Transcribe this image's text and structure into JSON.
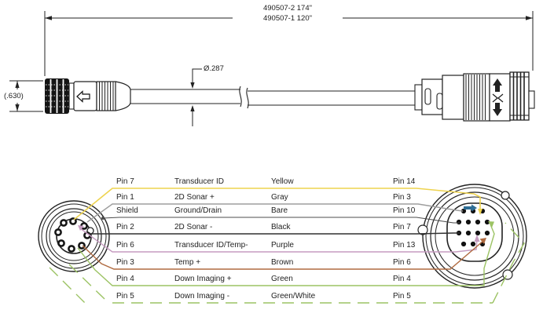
{
  "drawing": {
    "part_label_line1": "490507-2  174\"",
    "part_label_line2": "490507-1  120\"",
    "connector_diameter_label": "(.630)",
    "cable_diameter_label": "Ø.287"
  },
  "wiring": {
    "rows": [
      {
        "left_pin": "Pin 7",
        "signal": "Transducer ID",
        "wire_color_name": "Yellow",
        "right_pin": "Pin 14",
        "line_color": "#eed34f",
        "line_style": "solid"
      },
      {
        "left_pin": "Pin 1",
        "signal": "2D Sonar +",
        "wire_color_name": "Gray",
        "right_pin": "Pin 3",
        "line_color": "#9d9d9d",
        "line_style": "solid"
      },
      {
        "left_pin": "Shield",
        "signal": "Ground/Drain",
        "wire_color_name": "Bare",
        "right_pin": "Pin 10",
        "line_color": "#4c4c4c",
        "line_style": "solid"
      },
      {
        "left_pin": "Pin 2",
        "signal": "2D Sonar -",
        "wire_color_name": "Black",
        "right_pin": "Pin 7",
        "line_color": "#303030",
        "line_style": "solid"
      },
      {
        "left_pin": "Pin 6",
        "signal": "Transducer ID/Temp-",
        "wire_color_name": "Purple",
        "right_pin": "Pin 13",
        "line_color": "#c59cc0",
        "line_style": "solid"
      },
      {
        "left_pin": "Pin 3",
        "signal": "Temp +",
        "wire_color_name": "Brown",
        "right_pin": "Pin 6",
        "line_color": "#b06b41",
        "line_style": "solid"
      },
      {
        "left_pin": "Pin 4",
        "signal": "Down Imaging +",
        "wire_color_name": "Green",
        "right_pin": "Pin 4",
        "line_color": "#9cc364",
        "line_style": "solid"
      },
      {
        "left_pin": "Pin 5",
        "signal": "Down Imaging -",
        "wire_color_name": "Green/White",
        "right_pin": "Pin 5",
        "line_color": "#9cc364",
        "line_style": "dashed"
      }
    ]
  },
  "accent_colors": {
    "line_art": "#222222",
    "blue_arrow": "#2f6e95"
  }
}
